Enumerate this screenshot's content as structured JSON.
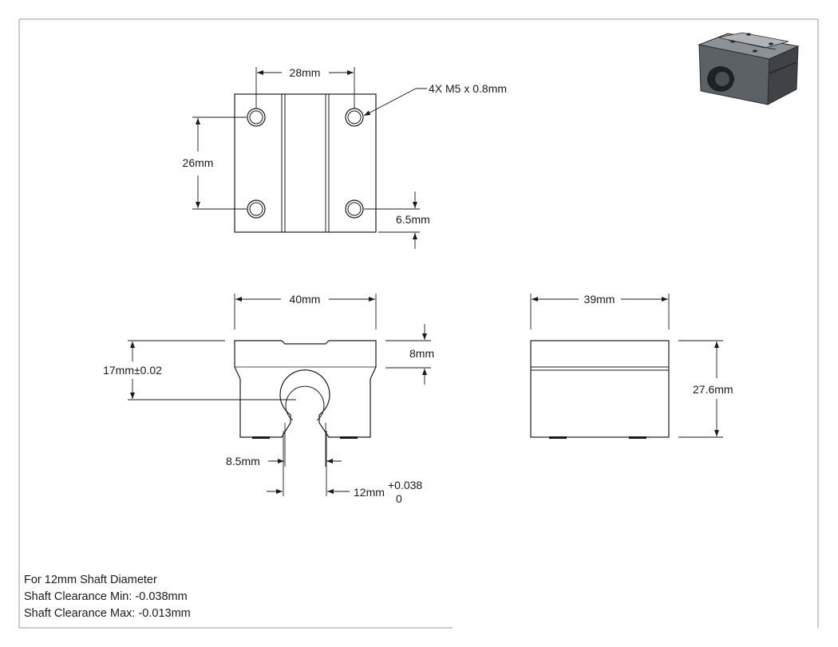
{
  "colors": {
    "line": "#1a1a1a",
    "part_fill": "#ffffff",
    "iso_dark": "#3f4346",
    "iso_mid": "#6b7075",
    "iso_light": "#9ea3a7"
  },
  "iso_view": {
    "icon": "linear-bearing-pillow-block-3d"
  },
  "top_view": {
    "width_label": "28mm",
    "hole_callout": "4X M5 x 0.8mm",
    "height_label": "26mm",
    "edge_label": "6.5mm"
  },
  "front_view": {
    "width_label": "40mm",
    "center_height_label": "17mm±0.02",
    "top_step_label": "8mm",
    "slot_label": "8.5mm",
    "bore_label": "12mm",
    "bore_tol_upper": "+0.038",
    "bore_tol_lower": "0"
  },
  "side_view": {
    "length_label": "39mm",
    "height_label": "27.6mm"
  },
  "notes": {
    "line1": "For 12mm Shaft Diameter",
    "line2": "Shaft Clearance Min: -0.038mm",
    "line3": "Shaft Clearance Max: -0.013mm"
  }
}
